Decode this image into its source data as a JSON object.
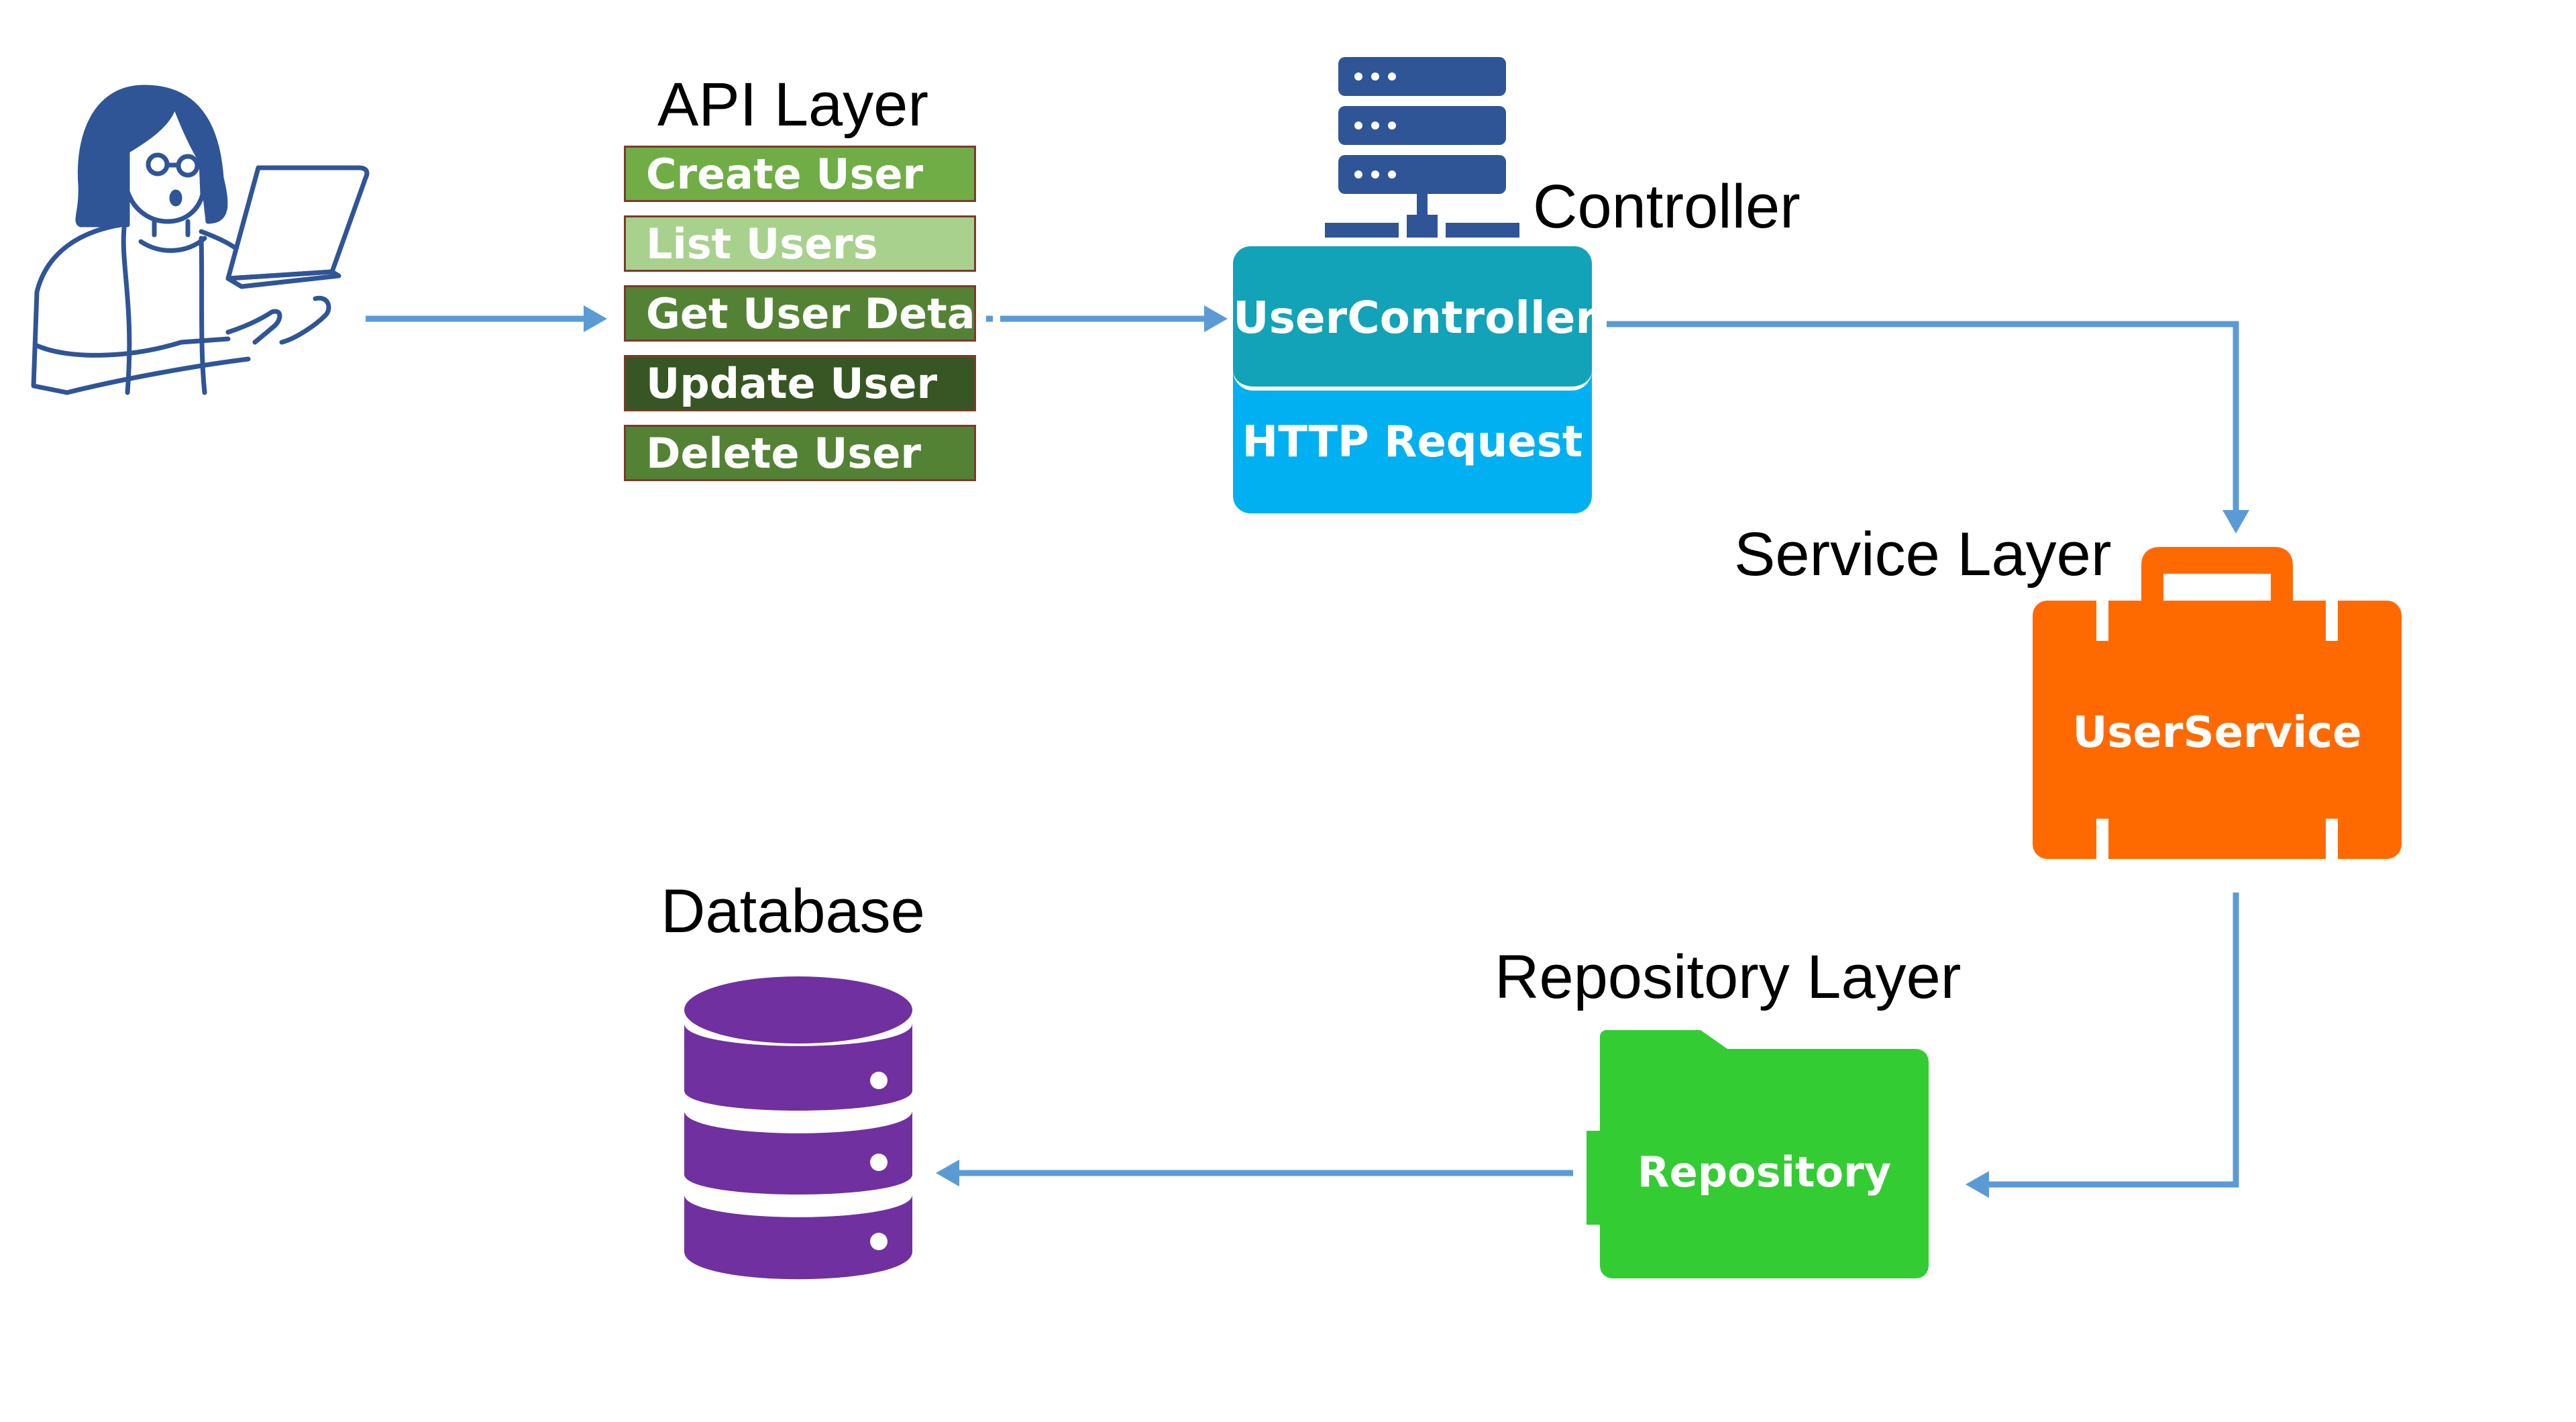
{
  "api_layer": {
    "title": "API Layer",
    "items": [
      {
        "label": "Create User",
        "color": "#70ad47"
      },
      {
        "label": "List Users",
        "color": "#a9d18e"
      },
      {
        "label": "Get User Detail",
        "color": "#548235"
      },
      {
        "label": "Update User",
        "color": "#375623"
      },
      {
        "label": "Delete User",
        "color": "#548235"
      }
    ]
  },
  "controller": {
    "title": "Controller",
    "top_label": "UserController",
    "bottom_label": "HTTP Request",
    "top_color": "#12a3b8",
    "bottom_color": "#00b0f0",
    "server_icon_color": "#2f5597"
  },
  "service": {
    "title": "Service Layer",
    "label": "UserService",
    "color": "#ff6a00"
  },
  "repository": {
    "title": "Repository Layer",
    "label": "Repository",
    "color": "#33cc33"
  },
  "database": {
    "title": "Database",
    "color": "#7030a0"
  },
  "arrow_color": "#5b9bd5",
  "user_icon_color": "#2f5597"
}
